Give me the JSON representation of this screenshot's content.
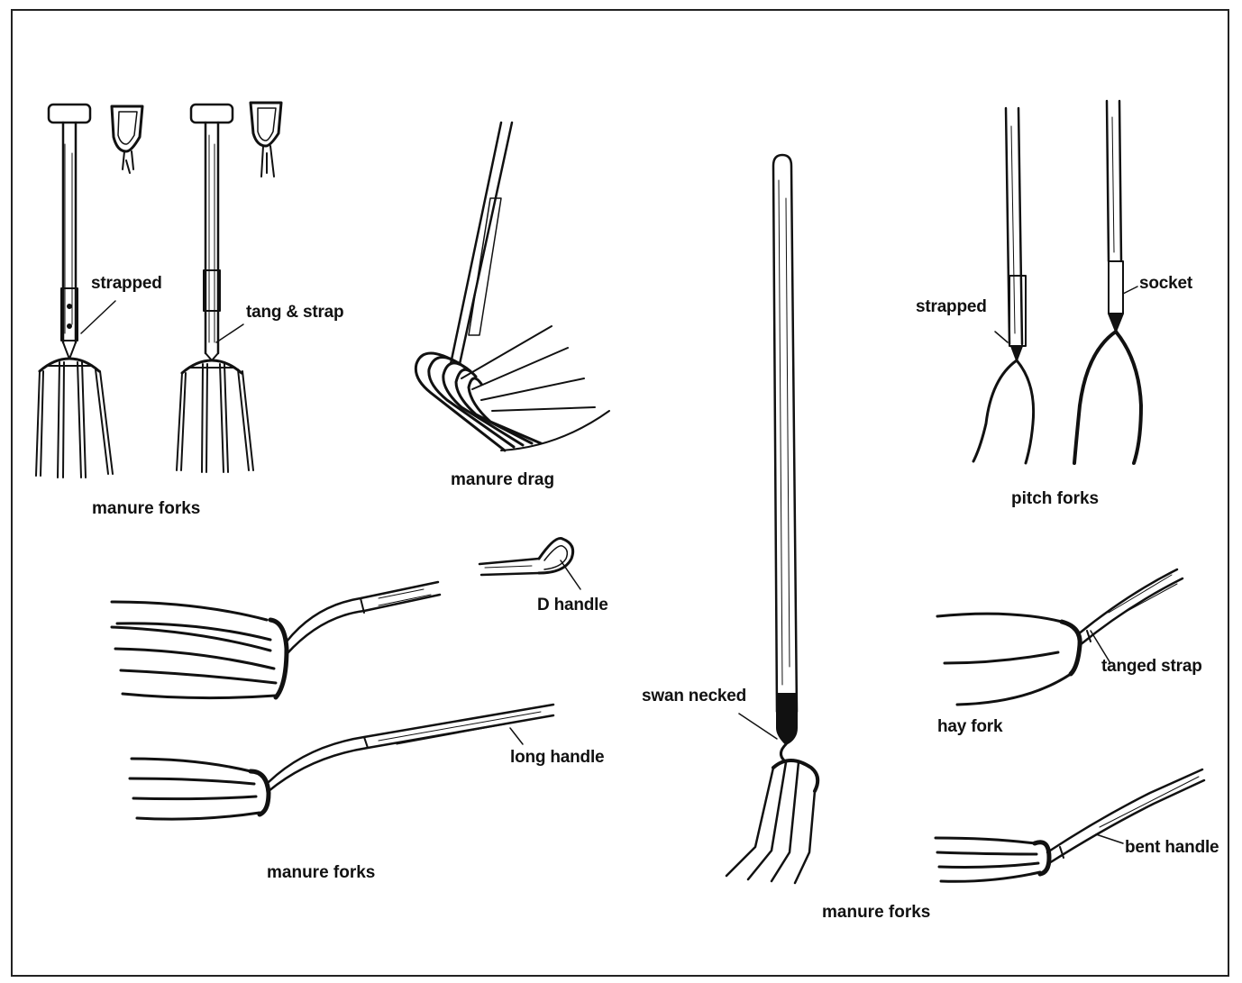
{
  "ink_color": "#111111",
  "background_color": "#ffffff",
  "captions": {
    "manure_forks_top": "manure forks",
    "manure_drag": "manure drag",
    "pitch_forks": "pitch forks",
    "manure_forks_middle": "manure forks",
    "manure_forks_bottom": "manure forks"
  },
  "callouts": {
    "strapped_left": "strapped",
    "tang_and_strap": "tang & strap",
    "strapped_right": "strapped",
    "socket": "socket",
    "d_handle": "D handle",
    "long_handle": "long handle",
    "swan_necked": "swan necked",
    "tanged_strap": "tanged strap",
    "hay_fork": "hay fork",
    "bent_handle": "bent handle"
  }
}
